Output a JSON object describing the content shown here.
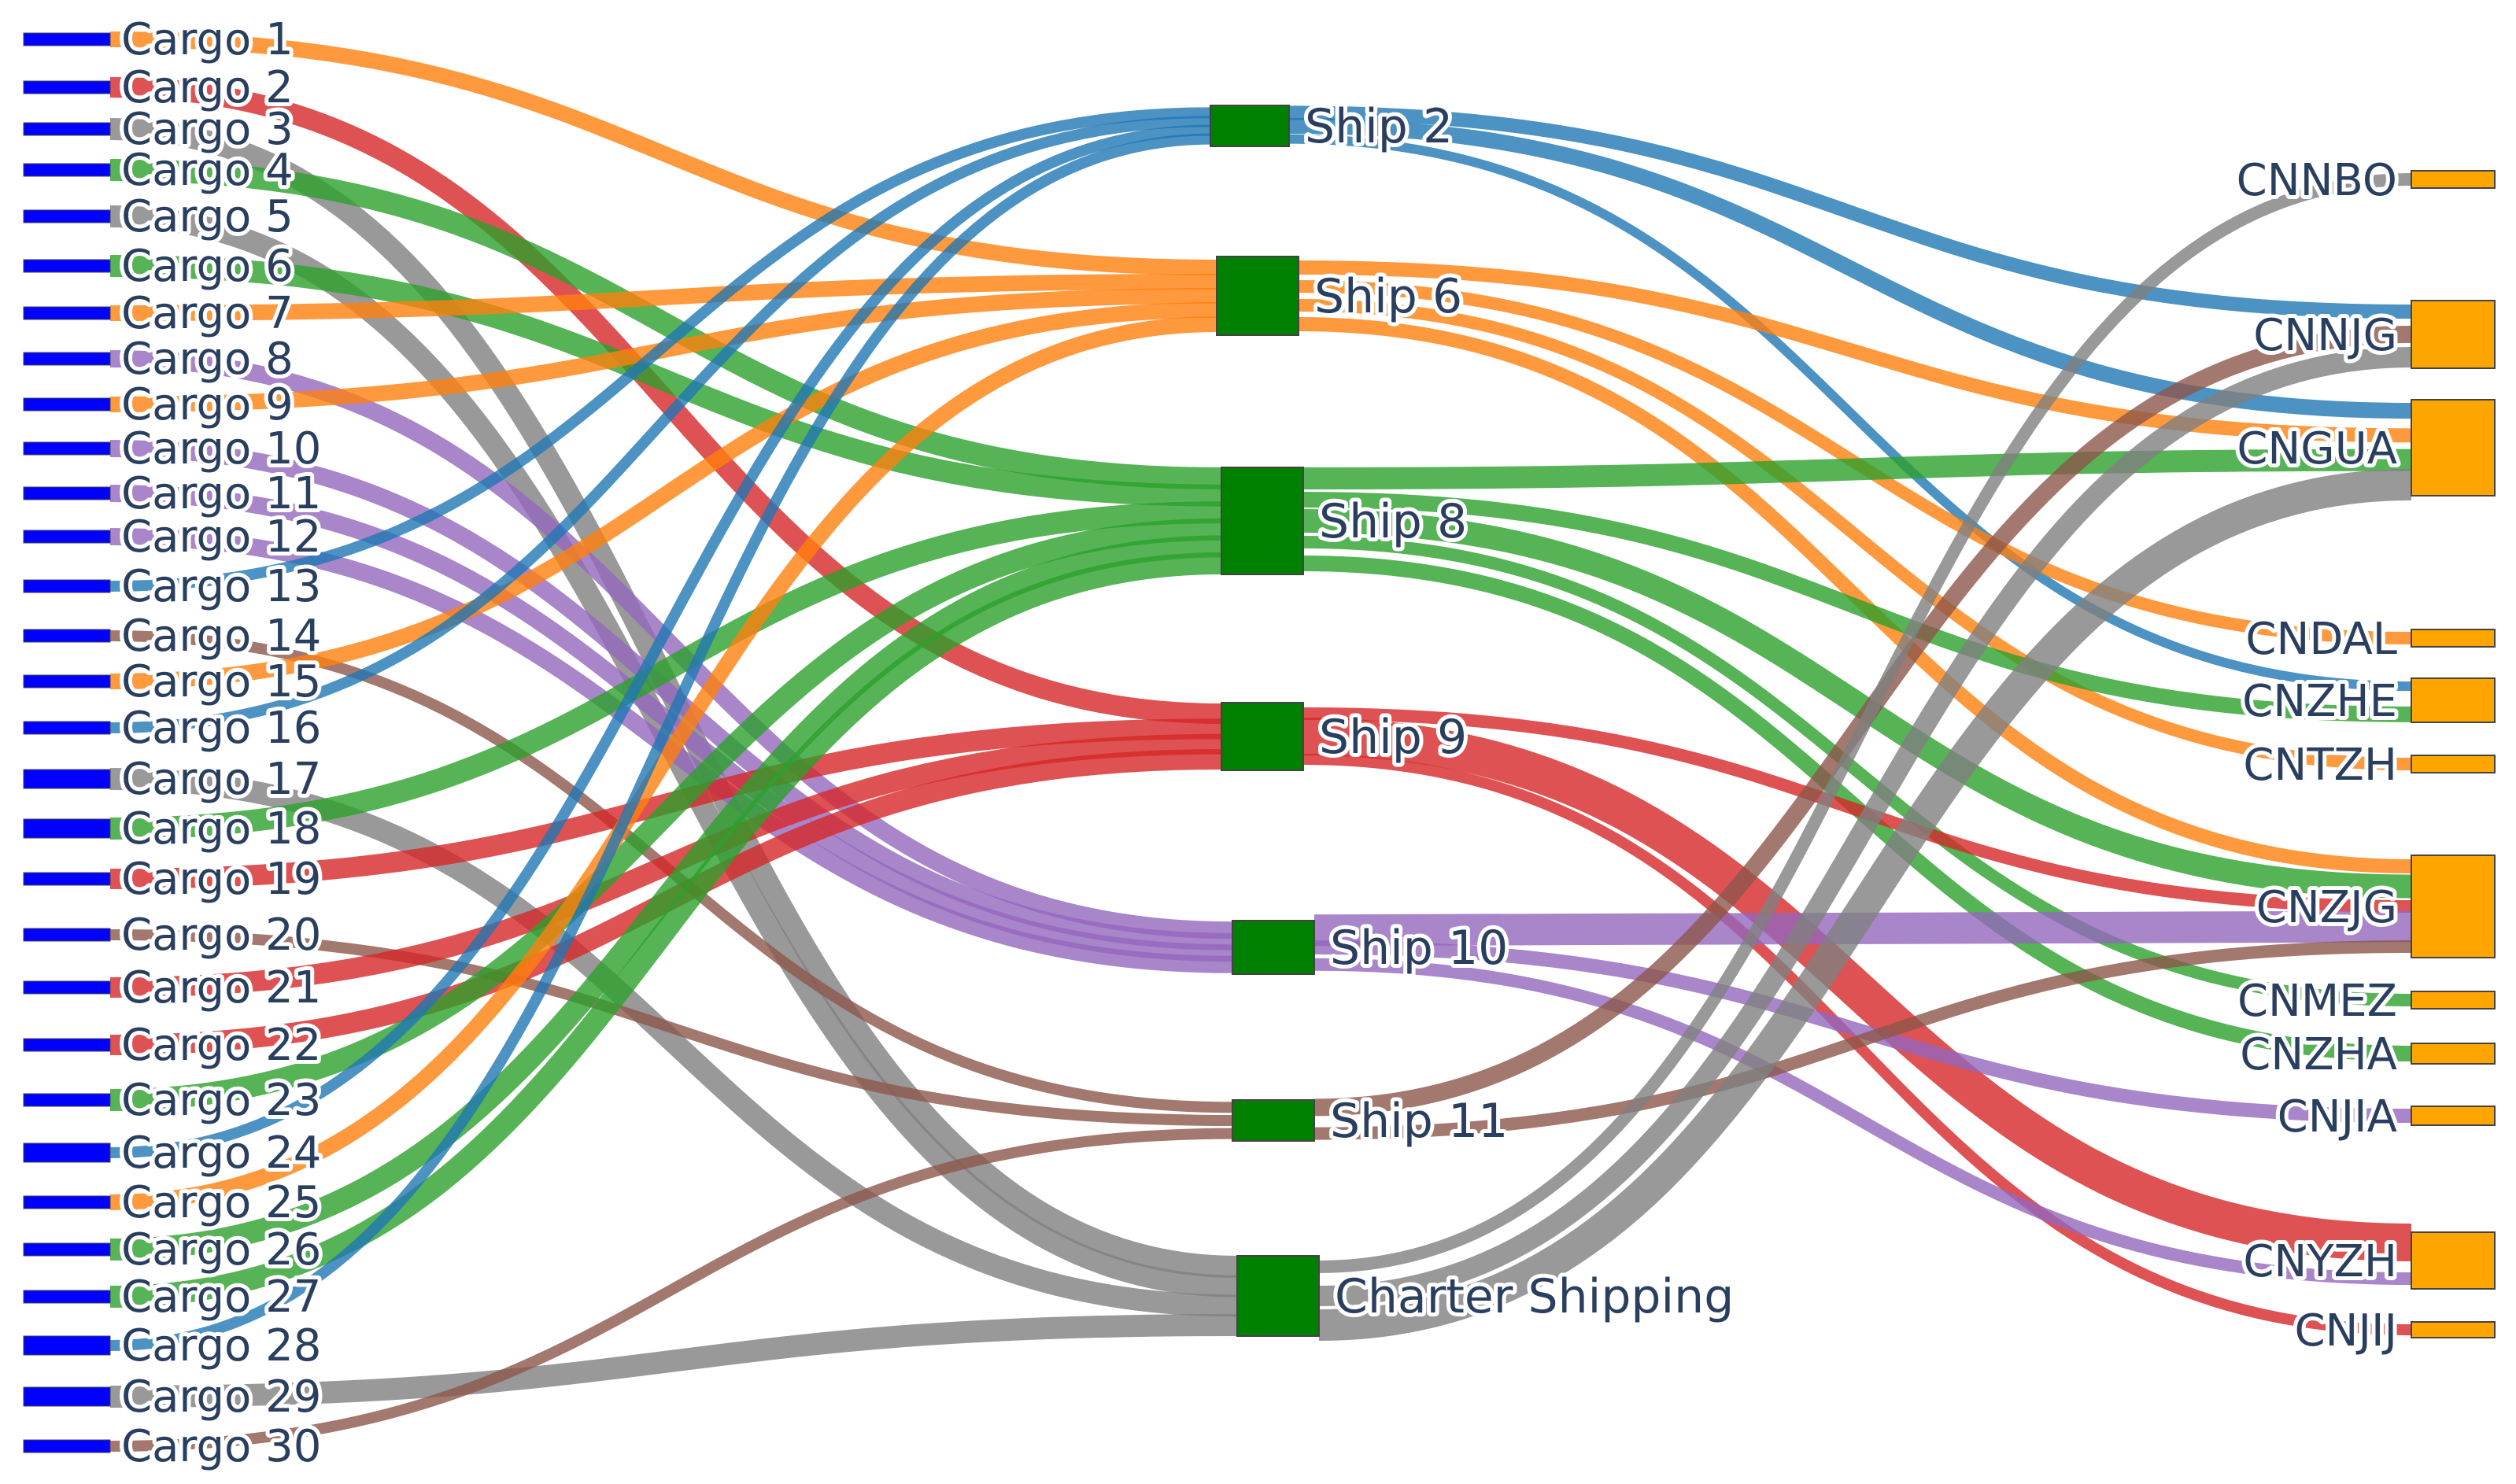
{
  "colors": {
    "cargo_node": "#0000ff",
    "ship_node": "#008000",
    "port_node": "#ffa500",
    "node_border": "#444444",
    "label_text": "#2a3f5f",
    "ship_links": {
      "Ship 2": "#1f77b4",
      "Ship 6": "#ff7f0e",
      "Ship 8": "#2ca02c",
      "Ship 9": "#d62728",
      "Ship 10": "#9467bd",
      "Ship 11": "#8c564b",
      "Charter Shipping": "#7f7f7f"
    }
  },
  "cargo_nodes": [
    {
      "id": 1,
      "label": "Cargo 1"
    },
    {
      "id": 2,
      "label": "Cargo 2"
    },
    {
      "id": 3,
      "label": "Cargo 3"
    },
    {
      "id": 4,
      "label": "Cargo 4"
    },
    {
      "id": 5,
      "label": "Cargo 5"
    },
    {
      "id": 6,
      "label": "Cargo 6"
    },
    {
      "id": 7,
      "label": "Cargo 7"
    },
    {
      "id": 8,
      "label": "Cargo 8"
    },
    {
      "id": 9,
      "label": "Cargo 9"
    },
    {
      "id": 10,
      "label": "Cargo 10"
    },
    {
      "id": 11,
      "label": "Cargo 11"
    },
    {
      "id": 12,
      "label": "Cargo 12"
    },
    {
      "id": 13,
      "label": "Cargo 13"
    },
    {
      "id": 14,
      "label": "Cargo 14"
    },
    {
      "id": 15,
      "label": "Cargo 15"
    },
    {
      "id": 16,
      "label": "Cargo 16"
    },
    {
      "id": 17,
      "label": "Cargo 17"
    },
    {
      "id": 18,
      "label": "Cargo 18"
    },
    {
      "id": 19,
      "label": "Cargo 19"
    },
    {
      "id": 20,
      "label": "Cargo 20"
    },
    {
      "id": 21,
      "label": "Cargo 21"
    },
    {
      "id": 22,
      "label": "Cargo 22"
    },
    {
      "id": 23,
      "label": "Cargo 23"
    },
    {
      "id": 24,
      "label": "Cargo 24"
    },
    {
      "id": 25,
      "label": "Cargo 25"
    },
    {
      "id": 26,
      "label": "Cargo 26"
    },
    {
      "id": 27,
      "label": "Cargo 27"
    },
    {
      "id": 28,
      "label": "Cargo 28"
    },
    {
      "id": 29,
      "label": "Cargo 29"
    },
    {
      "id": 30,
      "label": "Cargo 30"
    }
  ],
  "ship_nodes": [
    {
      "key": "Ship 2",
      "label": "Ship 2"
    },
    {
      "key": "Ship 6",
      "label": "Ship 6"
    },
    {
      "key": "Ship 8",
      "label": "Ship 8"
    },
    {
      "key": "Ship 9",
      "label": "Ship 9"
    },
    {
      "key": "Ship 10",
      "label": "Ship 10"
    },
    {
      "key": "Ship 11",
      "label": "Ship 11"
    },
    {
      "key": "Charter Shipping",
      "label": "Charter Shipping"
    }
  ],
  "port_nodes": [
    {
      "key": "CNNBO",
      "label": "CNNBO"
    },
    {
      "key": "CNNJG",
      "label": "CNNJG"
    },
    {
      "key": "CNGUA",
      "label": "CNGUA"
    },
    {
      "key": "CNDAL",
      "label": "CNDAL"
    },
    {
      "key": "CNZHE",
      "label": "CNZHE"
    },
    {
      "key": "CNTZH",
      "label": "CNTZH"
    },
    {
      "key": "CNZJG",
      "label": "CNZJG"
    },
    {
      "key": "CNMEZ",
      "label": "CNMEZ"
    },
    {
      "key": "CNZHA",
      "label": "CNZHA"
    },
    {
      "key": "CNJIA",
      "label": "CNJIA"
    },
    {
      "key": "CNYZH",
      "label": "CNYZH"
    },
    {
      "key": "CNJIJ",
      "label": "CNJIJ"
    }
  ],
  "cargo_to_ship": [
    {
      "cargo": 1,
      "ship": "Ship 6"
    },
    {
      "cargo": 2,
      "ship": "Ship 9"
    },
    {
      "cargo": 3,
      "ship": "Charter Shipping"
    },
    {
      "cargo": 4,
      "ship": "Ship 8"
    },
    {
      "cargo": 5,
      "ship": "Charter Shipping"
    },
    {
      "cargo": 6,
      "ship": "Ship 8"
    },
    {
      "cargo": 7,
      "ship": "Ship 6"
    },
    {
      "cargo": 8,
      "ship": "Ship 10"
    },
    {
      "cargo": 9,
      "ship": "Ship 6"
    },
    {
      "cargo": 10,
      "ship": "Ship 10"
    },
    {
      "cargo": 11,
      "ship": "Ship 10"
    },
    {
      "cargo": 12,
      "ship": "Ship 10"
    },
    {
      "cargo": 13,
      "ship": "Ship 2"
    },
    {
      "cargo": 14,
      "ship": "Ship 11"
    },
    {
      "cargo": 15,
      "ship": "Ship 6"
    },
    {
      "cargo": 16,
      "ship": "Ship 2"
    },
    {
      "cargo": 17,
      "ship": "Charter Shipping"
    },
    {
      "cargo": 18,
      "ship": "Ship 8"
    },
    {
      "cargo": 19,
      "ship": "Ship 9"
    },
    {
      "cargo": 20,
      "ship": "Ship 11"
    },
    {
      "cargo": 21,
      "ship": "Ship 9"
    },
    {
      "cargo": 22,
      "ship": "Ship 9"
    },
    {
      "cargo": 23,
      "ship": "Ship 8"
    },
    {
      "cargo": 24,
      "ship": "Ship 2"
    },
    {
      "cargo": 25,
      "ship": "Ship 6"
    },
    {
      "cargo": 26,
      "ship": "Ship 8"
    },
    {
      "cargo": 27,
      "ship": "Ship 8"
    },
    {
      "cargo": 28,
      "ship": "Ship 2"
    },
    {
      "cargo": 29,
      "ship": "Charter Shipping"
    },
    {
      "cargo": 30,
      "ship": "Ship 11"
    }
  ],
  "ship_to_port": [
    {
      "ship": "Ship 2",
      "port": "CNNJG"
    },
    {
      "ship": "Ship 2",
      "port": "CNGUA"
    },
    {
      "ship": "Ship 2",
      "port": "CNZHE"
    },
    {
      "ship": "Ship 6",
      "port": "CNGUA"
    },
    {
      "ship": "Ship 6",
      "port": "CNDAL"
    },
    {
      "ship": "Ship 6",
      "port": "CNTZH"
    },
    {
      "ship": "Ship 6",
      "port": "CNZJG"
    },
    {
      "ship": "Ship 8",
      "port": "CNGUA"
    },
    {
      "ship": "Ship 8",
      "port": "CNZHE"
    },
    {
      "ship": "Ship 8",
      "port": "CNZJG"
    },
    {
      "ship": "Ship 8",
      "port": "CNMEZ"
    },
    {
      "ship": "Ship 8",
      "port": "CNZHA"
    },
    {
      "ship": "Ship 9",
      "port": "CNZJG"
    },
    {
      "ship": "Ship 9",
      "port": "CNYZH"
    },
    {
      "ship": "Ship 9",
      "port": "CNJIJ"
    },
    {
      "ship": "Ship 10",
      "port": "CNZJG"
    },
    {
      "ship": "Ship 10",
      "port": "CNJIA"
    },
    {
      "ship": "Ship 10",
      "port": "CNYZH"
    },
    {
      "ship": "Ship 11",
      "port": "CNNJG"
    },
    {
      "ship": "Ship 11",
      "port": "CNZJG"
    },
    {
      "ship": "Charter Shipping",
      "port": "CNNBO"
    },
    {
      "ship": "Charter Shipping",
      "port": "CNNJG"
    },
    {
      "ship": "Charter Shipping",
      "port": "CNGUA"
    }
  ]
}
